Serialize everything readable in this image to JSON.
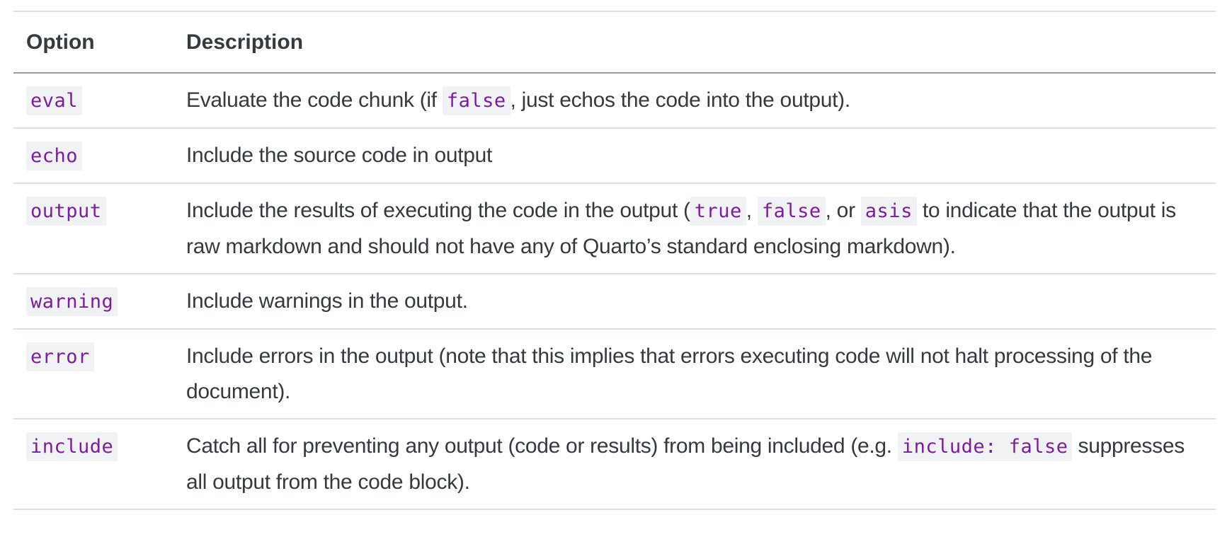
{
  "table": {
    "headers": {
      "option": "Option",
      "description": "Description"
    },
    "rows": [
      {
        "option": "eval",
        "description": {
          "part1": "Evaluate the code chunk (if ",
          "code1": "false",
          "part2": ", just echos the code into the output)."
        }
      },
      {
        "option": "echo",
        "description": {
          "part1": "Include the source code in output"
        }
      },
      {
        "option": "output",
        "description": {
          "part1": "Include the results of executing the code in the output (",
          "code1": "true",
          "part2": ", ",
          "code2": "false",
          "part3": ", or ",
          "code3": "asis",
          "part4": " to indicate that the output is raw markdown and should not have any of Quarto’s standard enclosing markdown)."
        }
      },
      {
        "option": "warning",
        "description": {
          "part1": "Include warnings in the output."
        }
      },
      {
        "option": "error",
        "description": {
          "part1": "Include errors in the output (note that this implies that errors executing code will not halt processing of the document)."
        }
      },
      {
        "option": "include",
        "description": {
          "part1": "Catch all for preventing any output (code or results) from being included (e.g. ",
          "code1": "include: false",
          "part2": " suppresses all output from the code block)."
        }
      }
    ]
  },
  "colors": {
    "text": "#343a40",
    "code_text": "#7b1fa2",
    "code_bg": "#f1f2f4",
    "row_border": "#dee2e6",
    "header_border": "#9a9a9a"
  }
}
